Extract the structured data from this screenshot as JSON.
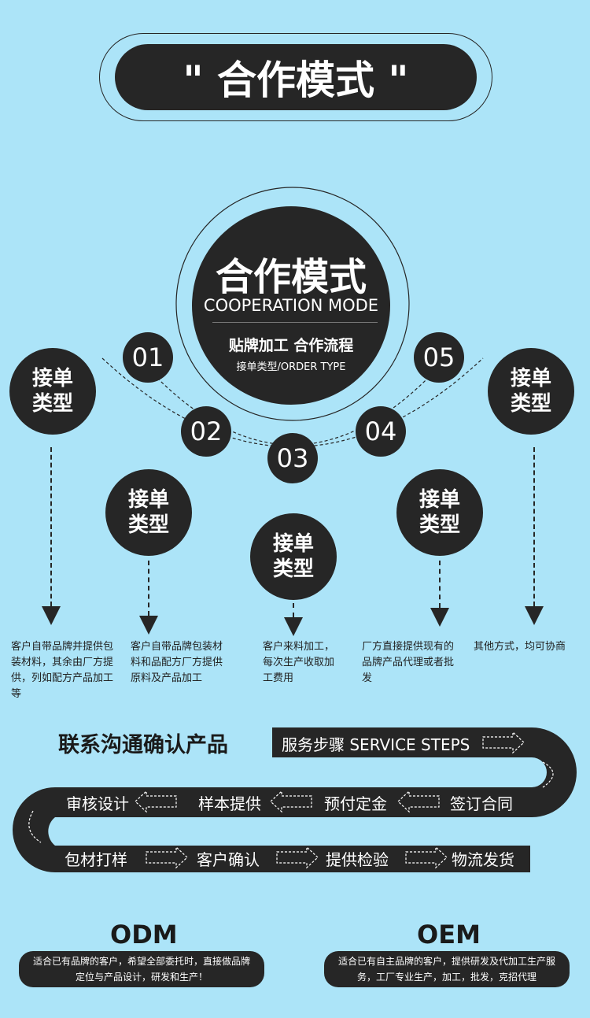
{
  "header": {
    "title": "\" 合作模式 \""
  },
  "center": {
    "title": "合作模式",
    "subtitle": "COOPERATION MODE",
    "line1": "贴牌加工 合作流程",
    "line2": "接单类型/ORDER TYPE"
  },
  "numbers": [
    "01",
    "02",
    "03",
    "04",
    "05"
  ],
  "bubbles": [
    "接单\n类型",
    "接单\n类型",
    "接单\n类型",
    "接单\n类型",
    "接单\n类型"
  ],
  "bubble_lines": [
    [
      "接单",
      "类型"
    ],
    [
      "接单",
      "类型"
    ],
    [
      "接单",
      "类型"
    ],
    [
      "接单",
      "类型"
    ],
    [
      "接单",
      "类型"
    ]
  ],
  "descriptions": [
    "客户自带品牌并提供包装材料，其余由厂方提供，列如配方产品加工等",
    "客户自带品牌包装材料和品配方厂方提供原料及产品加工",
    "客户来料加工，每次生产收取加工费用",
    "厂方直接提供现有的品牌产品代理或者批发",
    "其他方式，均可协商"
  ],
  "contact": {
    "title": "联系沟通确认产品"
  },
  "service": {
    "label": "服务步骤  SERVICE STEPS"
  },
  "steps_row2": [
    "审核设计",
    "样本提供",
    "预付定金",
    "签订合同"
  ],
  "steps_row3": [
    "包材打样",
    "客户确认",
    "提供检验",
    "物流发货"
  ],
  "odm": {
    "title": "ODM",
    "text": "适合已有品牌的客户，希望全部委托时，直接做品牌定位与产品设计，研发和生产！"
  },
  "oem": {
    "title": "OEM",
    "text": "适合已有自主品牌的客户，提供研发及代加工生产服务，工厂专业生产，加工，批发，克招代理"
  }
}
